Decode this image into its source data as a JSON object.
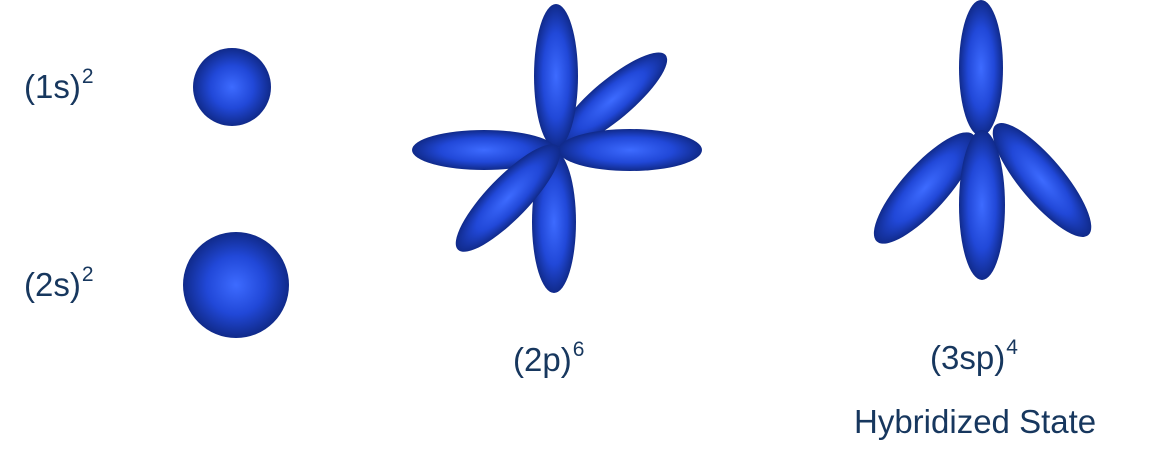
{
  "labels": {
    "s1": {
      "base": "(1s)",
      "sup": "2"
    },
    "s2": {
      "base": "(2s)",
      "sup": "2"
    },
    "p2": {
      "base": "(2p)",
      "sup": "6"
    },
    "sp3": {
      "base": "(3sp)",
      "sup": "4"
    },
    "hybridized": "Hybridized State"
  },
  "colors": {
    "lobe_light": "#3d6bff",
    "lobe_mid": "#2148d8",
    "lobe_dark": "#102a8a",
    "text": "#17375e"
  }
}
